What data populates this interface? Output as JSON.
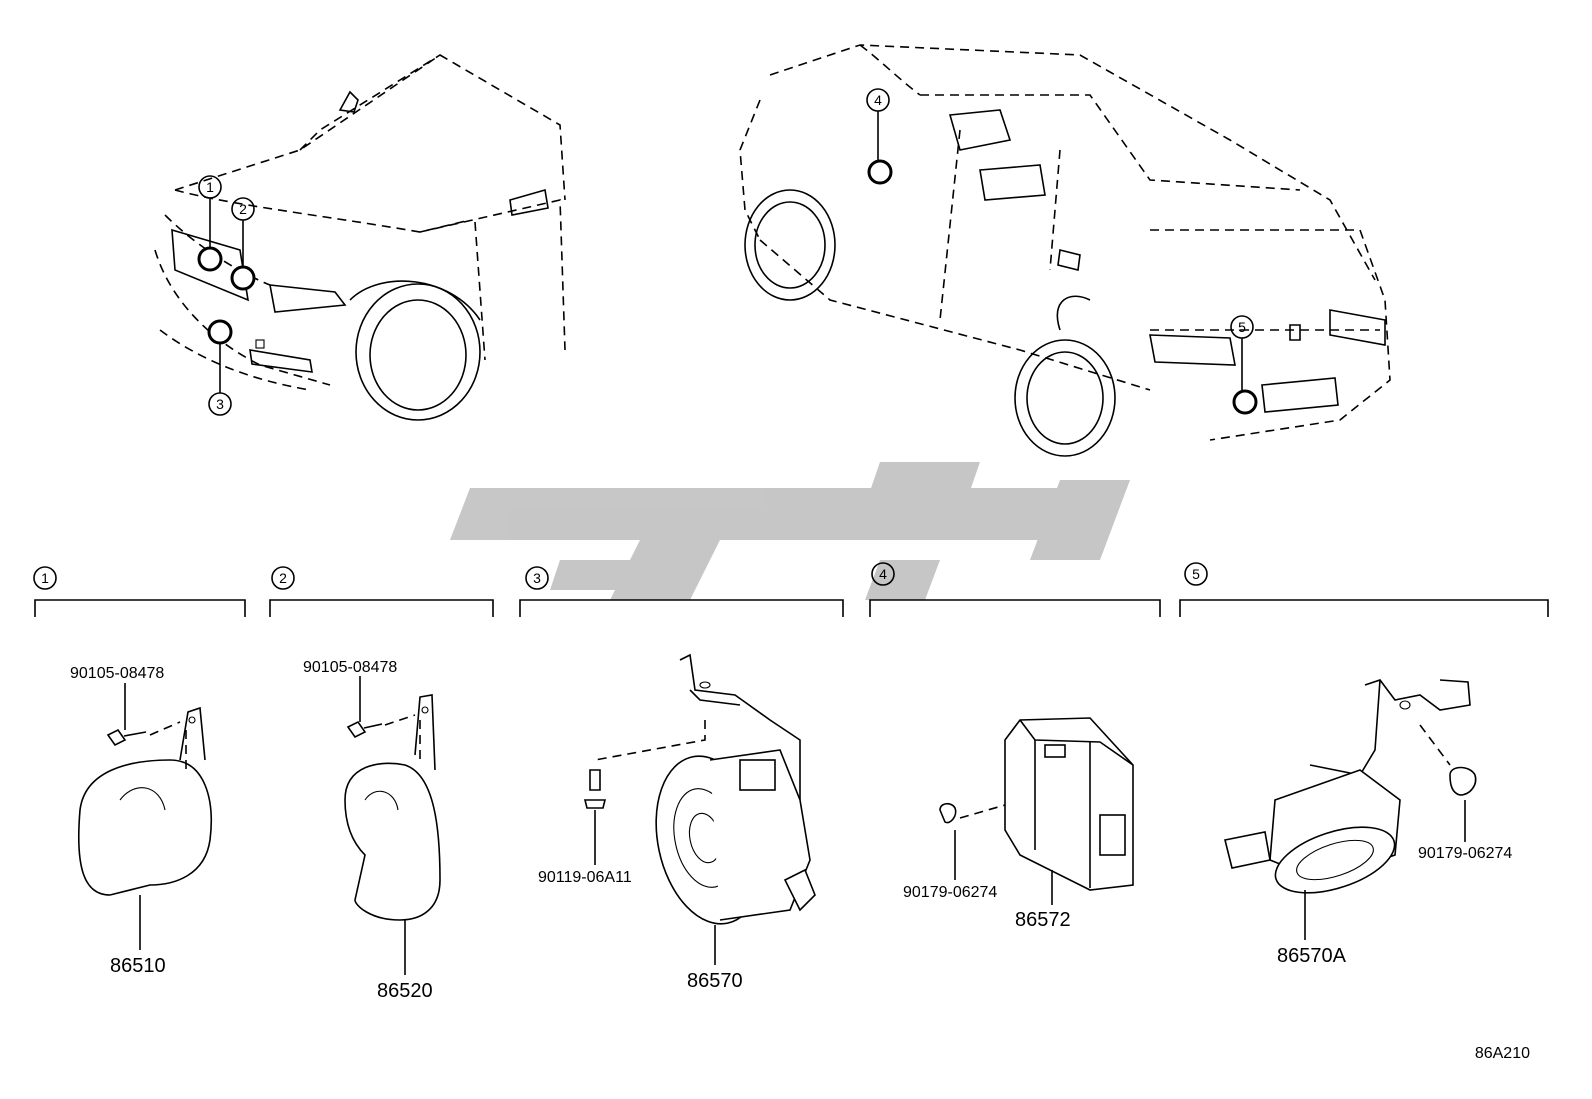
{
  "diagram": {
    "code": "86A210",
    "watermark": "تو پارت",
    "locations": [
      {
        "num": "1"
      },
      {
        "num": "2"
      },
      {
        "num": "3"
      },
      {
        "num": "4"
      },
      {
        "num": "5"
      }
    ],
    "groups": [
      {
        "num": "1",
        "part_number": "86510",
        "fastener": "90105-08478"
      },
      {
        "num": "2",
        "part_number": "86520",
        "fastener": "90105-08478"
      },
      {
        "num": "3",
        "part_number": "86570",
        "fastener": "90119-06A11"
      },
      {
        "num": "4",
        "part_number": "86572",
        "fastener": "90179-06274"
      },
      {
        "num": "5",
        "part_number": "86570A",
        "fastener": "90179-06274"
      }
    ]
  }
}
